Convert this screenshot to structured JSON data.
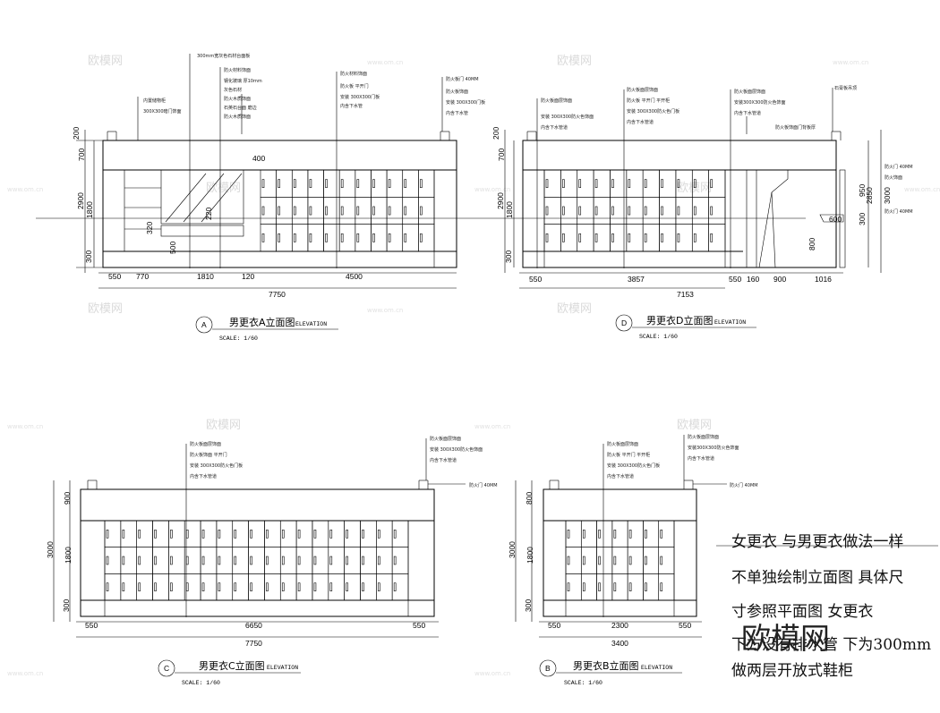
{
  "watermarks": {
    "logo": "欧模网",
    "site": "www.om.cn"
  },
  "elevations": [
    {
      "id": "A",
      "title": "男更衣A立面图",
      "en": "ELEVATION",
      "scale": "SCALE: 1/60",
      "heights": [
        "200",
        "700",
        "2900",
        "1800",
        "300"
      ],
      "widths": [
        "550",
        "770",
        "1810",
        "120",
        "4500"
      ],
      "total": "7750",
      "inner": [
        "400",
        "320",
        "500",
        "220"
      ]
    },
    {
      "id": "D",
      "title": "男更衣D立面图",
      "en": "ELEVATION",
      "scale": "SCALE: 1/60",
      "heights": [
        "200",
        "700",
        "2900",
        "1800",
        "300"
      ],
      "right_heights": [
        "950",
        "2850",
        "3000",
        "300",
        "600",
        "800"
      ],
      "widths": [
        "550",
        "3857",
        "550",
        "160",
        "900",
        "1016"
      ],
      "total": "7153"
    },
    {
      "id": "C",
      "title": "男更衣C立面图",
      "en": "ELEVATION",
      "scale": "SCALE: 1/60",
      "heights": [
        "900",
        "3000",
        "1800",
        "300"
      ],
      "widths": [
        "550",
        "6650",
        "550"
      ],
      "total": "7750"
    },
    {
      "id": "B",
      "title": "男更衣B立面图",
      "en": "ELEVATION",
      "scale": "SCALE: 1/60",
      "heights": [
        "800",
        "3000",
        "1800",
        "300"
      ],
      "widths": [
        "550",
        "2300",
        "550"
      ],
      "total": "3400"
    }
  ],
  "note_lines": [
    "女更衣 与男更衣做法一样",
    "不单独绘制立面图 具体尺",
    "寸参照平面图   女更衣",
    "下方没有排水管  下为300mm",
    "做两层开放式鞋柜"
  ],
  "logo_text": "欧模网"
}
